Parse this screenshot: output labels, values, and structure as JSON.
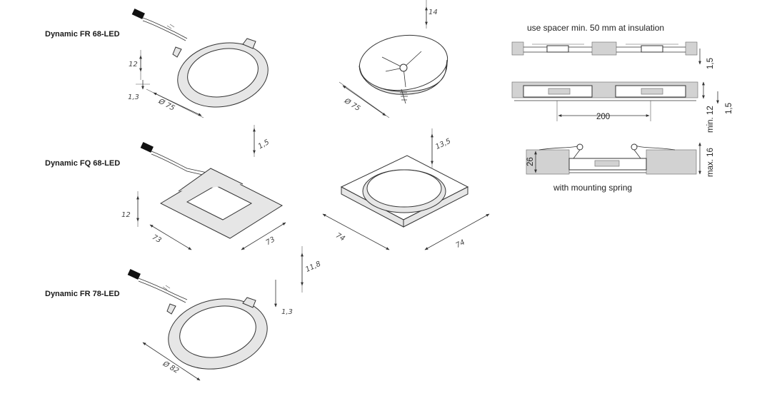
{
  "products": [
    {
      "name": "Dynamic FR 68-LED"
    },
    {
      "name": "Dynamic FQ 68-LED"
    },
    {
      "name": "Dynamic FR 78-LED"
    }
  ],
  "dimensions": {
    "fr68_height": "12",
    "fr68_rim": "1,3",
    "fr68_diameter": "Ø 75",
    "fr68_housing_height": "14",
    "fr68_housing_diameter": "Ø 75",
    "fq68_rim": "1,5",
    "fq68_height": "12",
    "fq68_width_a": "73",
    "fq68_width_b": "73",
    "fq68_housing_height": "13,5",
    "fq68_housing_a": "74",
    "fq68_housing_b": "74",
    "fr78_height": "11,8",
    "fr78_rim": "1,3",
    "fr78_diameter": "Ø 82"
  },
  "notes": {
    "spacer_title": "use spacer min. 50 mm at insulation",
    "spring_caption": "with mounting spring",
    "dim_1_5_top": "1,5",
    "dim_min12": "min. 12",
    "dim_1_5_right": "1,5",
    "dim_200": "200",
    "dim_26": "26",
    "dim_max16": "max. 16"
  }
}
